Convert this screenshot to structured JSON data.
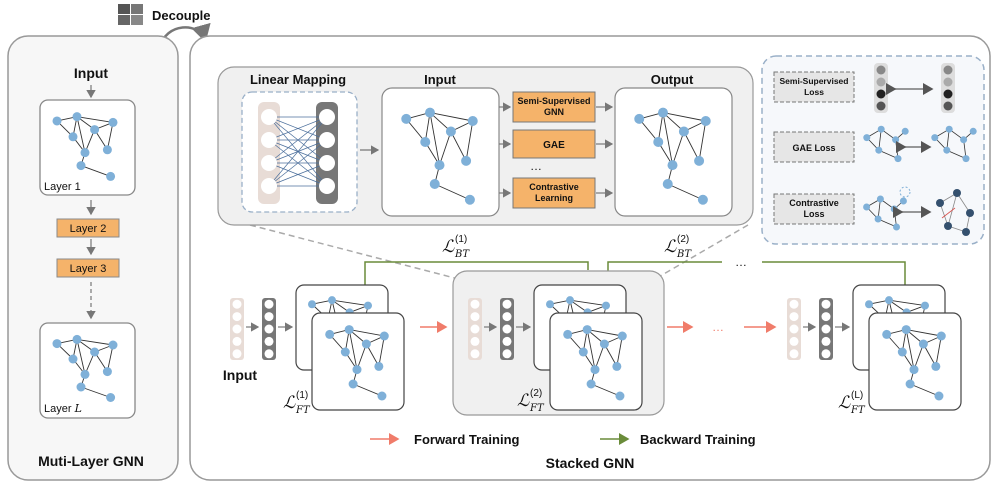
{
  "header": {
    "decouple_label": "Decouple"
  },
  "left_panel": {
    "input_label": "Input",
    "layer1_label": "Layer 1",
    "layer2_label": "Layer 2",
    "layer3_label": "Layer 3",
    "layerL_prefix": "Layer",
    "layerL_var": "L",
    "title": "Muti-Layer GNN"
  },
  "top_panel": {
    "linear_mapping_label": "Linear Mapping",
    "input_label": "Input",
    "output_label": "Output",
    "methods": [
      "Semi-Supervised GNN",
      "GAE",
      "…",
      "Contrastive Learning"
    ]
  },
  "losses": [
    "Semi-Supervised Loss",
    "GAE Loss",
    "Contrastive Loss"
  ],
  "stacked": {
    "input_label": "Input",
    "ellipsis": "…",
    "lbt1": "(1)",
    "lbt2": "(2)",
    "lft1": "(1)",
    "lft2": "(2)",
    "lftL": "(L)",
    "bt_sub": "BT",
    "ft_sub": "FT",
    "L_sym": "ℒ",
    "title": "Stacked GNN"
  },
  "legend": {
    "forward": "Forward Training",
    "backward": "Backward Training"
  },
  "colors": {
    "node": "#7fb0d8",
    "orange": "#f5b36a",
    "forward_arrow": "#f07c6a",
    "backward_arrow": "#6a8c3a",
    "gray_box": "#f0f0f0"
  }
}
